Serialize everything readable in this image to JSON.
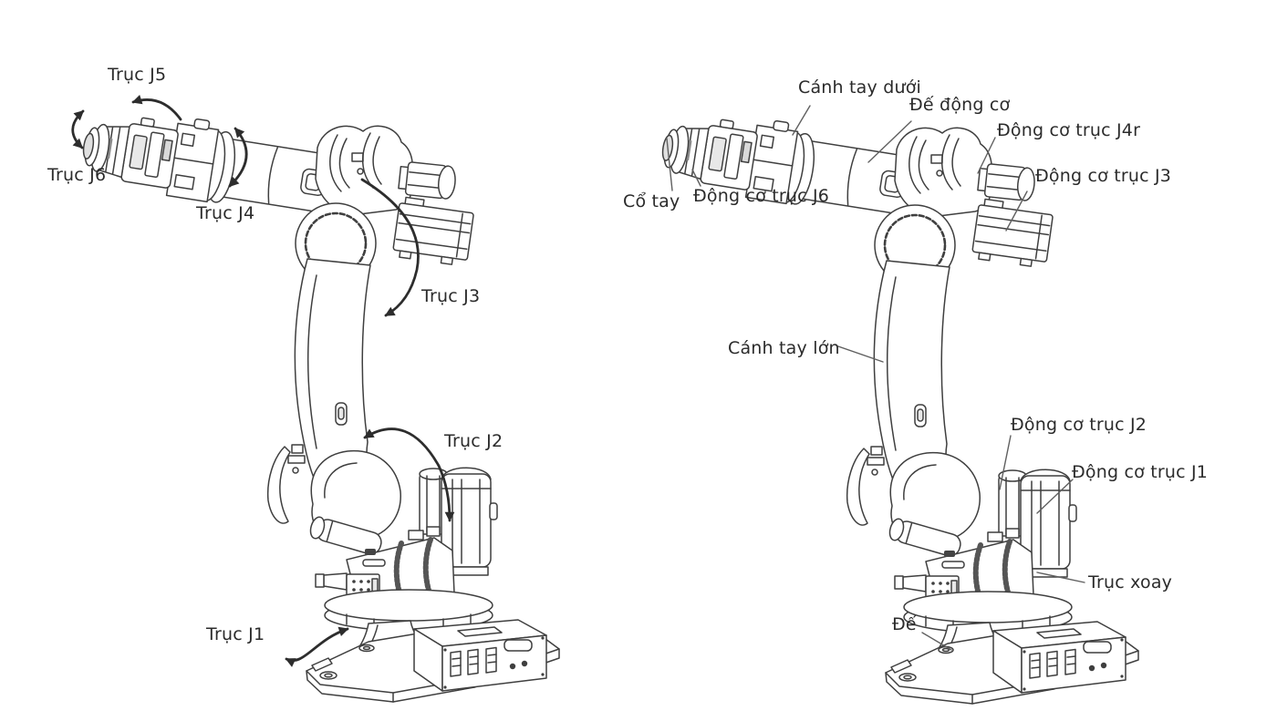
{
  "figure": {
    "type": "annotated-technical-diagram",
    "subject": "6-axis industrial robot arm",
    "language": "Vietnamese",
    "style": {
      "background": "#ffffff",
      "line_color": "#3f3f3f",
      "arrow_color": "#2d2d2d",
      "leader_color": "#606060",
      "label_color": "#2b2b2b"
    }
  },
  "left_figure": {
    "name": "robot-axes-diagram",
    "labels": {
      "truc_j5": "Trục J5",
      "truc_j6": "Trục J6",
      "truc_j4": "Trục J4",
      "truc_j3": "Trục J3",
      "truc_j2": "Trục J2",
      "truc_j1": "Trục J1"
    }
  },
  "right_figure": {
    "name": "robot-components-diagram",
    "labels": {
      "canh_tay_duoi": "Cánh tay dưới",
      "de_dong_co": "Đế động cơ",
      "dong_co_truc_j4r": "Động cơ trục J4r",
      "dong_co_truc_j3": "Động cơ trục J3",
      "co_tay": "Cổ tay",
      "dong_co_truc_j6": "Động cơ trục J6",
      "canh_tay_lon": "Cánh tay lớn",
      "dong_co_truc_j2": "Động cơ trục J2",
      "dong_co_truc_j1": "Động cơ trục J1",
      "truc_xoay": "Trục xoay",
      "de": "Đế"
    }
  }
}
